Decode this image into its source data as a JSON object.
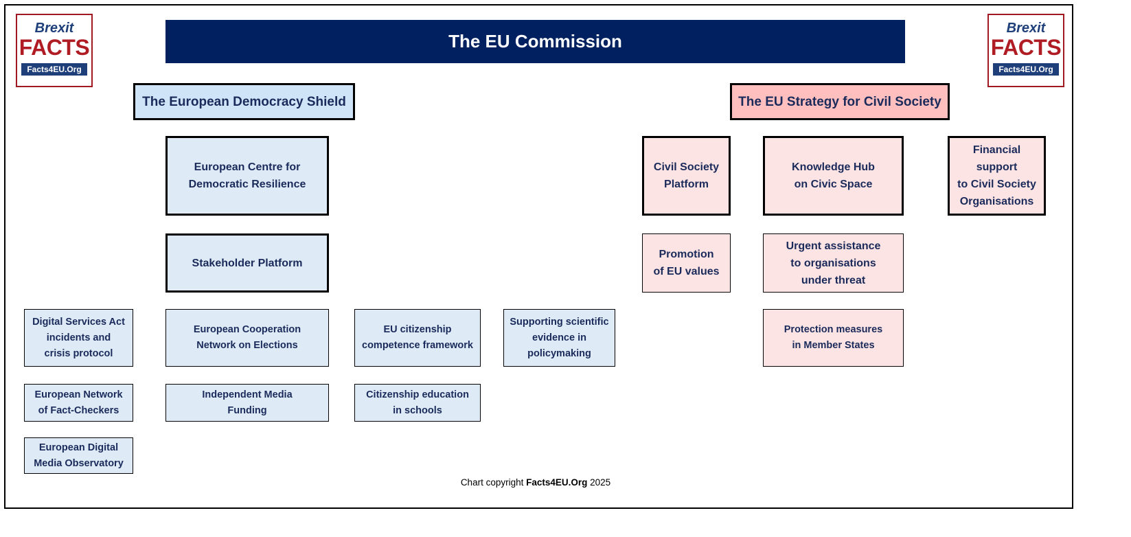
{
  "title": "The EU Commission",
  "logo": {
    "line1": "Brexit",
    "line2": "FACTS",
    "line3": "Facts4EU.Org"
  },
  "left": {
    "heading": "The European Democracy Shield",
    "items": [
      "European Centre for\nDemocratic Resilience",
      "Stakeholder Platform",
      "Digital Services Act\nincidents and\ncrisis protocol",
      "European Cooperation\nNetwork on Elections",
      "EU citizenship\ncompetence framework",
      "Supporting scientific\nevidence in\npolicymaking",
      "European Network\nof Fact-Checkers",
      "Independent Media\nFunding",
      "Citizenship education\nin schools",
      "European Digital\nMedia Observatory"
    ]
  },
  "right": {
    "heading": "The EU Strategy for Civil Society",
    "items": [
      "Civil Society\nPlatform",
      "Knowledge Hub\non Civic Space",
      "Financial\nsupport\nto Civil Society\nOrganisations",
      "Promotion\nof EU values",
      "Urgent assistance\nto organisations\nunder threat",
      "Protection measures\nin Member States"
    ]
  },
  "copyright": {
    "prefix": "Chart copyright ",
    "brand": "Facts4EU.Org",
    "year": " 2025"
  },
  "colors": {
    "navy": "#002060",
    "blue_head": "#cfe5f7",
    "pink_head": "#ffbfbf"
  }
}
